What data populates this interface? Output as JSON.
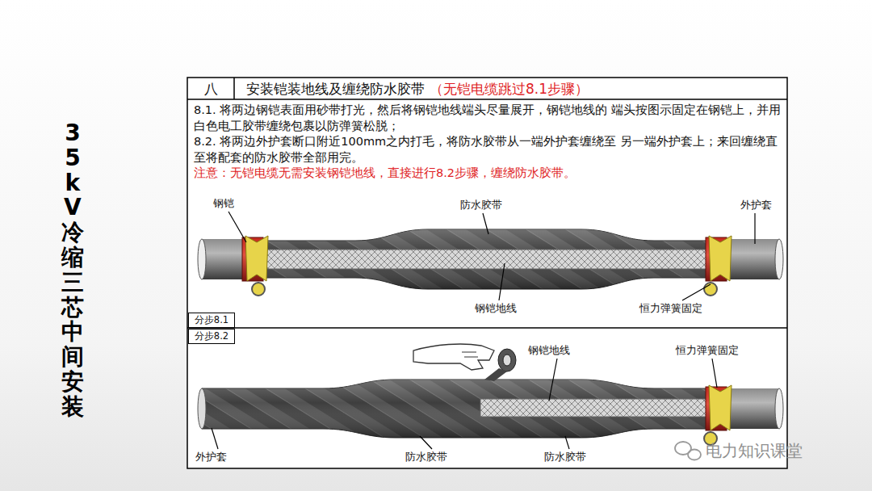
{
  "diagram": {
    "title": "35 kV冷缩三芯中间安装",
    "nodes": [
      {
        "text": [
          "八"
        ]
      },
      {
        "text": [
          "安装铠装地线及缠绕防水胶带",
          "（无铠电缆跳过8.1步骤）"
        ]
      },
      {
        "text": [
          "分步8.1"
        ]
      },
      {
        "text": [
          "分步8.2"
        ]
      }
    ],
    "edges": [],
    "labels": [
      "8.1. 将两边钢铠表面用砂带打光，然后将钢铠地线端头尽量展开，钢铠地线的 端头按图示固定在钢铠上，并用白色电工胶带缠绕包裹以防弹簧松脱；",
      "8.2. 将两边外护套断口附近100mm之内打毛，将防水胶带从一端外护套缠绕至 另一端外护套上；来回缠绕直至将配套的防水胶带全部用完。",
      "注意：无铠电缆无需安装钢铠地线，直接进行8.2步骤，缠绕防水胶带。",
      "钢铠",
      "防水胶带",
      "外护套",
      "钢铠地线",
      "恒力弹簧固定",
      "钢铠地线",
      "恒力弹簧固定",
      "外护套",
      "防水胶带",
      "防水胶带",
      "电力知识课堂"
    ]
  }
}
